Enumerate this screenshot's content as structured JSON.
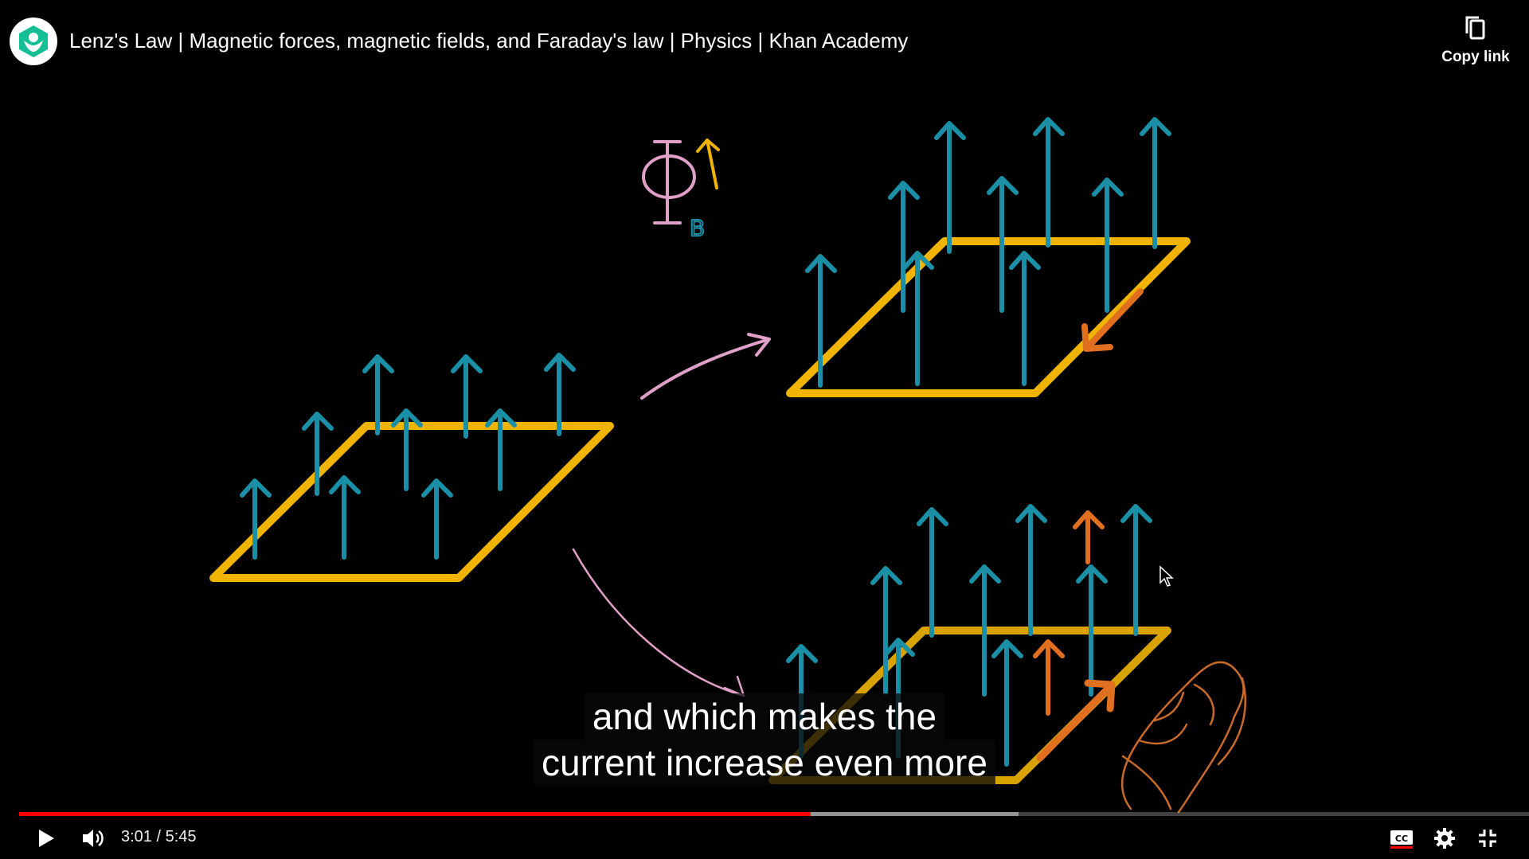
{
  "video": {
    "title": "Lenz's Law | Magnetic forces, magnetic fields, and Faraday's law | Physics | Khan Academy",
    "copy_link_label": "Copy link"
  },
  "captions": {
    "line1": "and which makes the",
    "line2": "current increase even more"
  },
  "player": {
    "current_time": "3:01",
    "separator": "/",
    "duration": "5:45",
    "progress_fraction": 0.524,
    "buffered_fraction": 0.662,
    "accent_color": "#ff0000"
  },
  "drawing": {
    "colors": {
      "field": "#1a8fa6",
      "loop": "#f0b400",
      "pink": "#e0a0c8",
      "orange": "#e07020"
    },
    "flux_symbol": "Φ",
    "flux_subscript": "B"
  },
  "icons": [
    "khan-academy-logo",
    "copy-icon",
    "play-icon",
    "volume-icon",
    "cc-icon",
    "gear-icon",
    "exit-fullscreen-icon",
    "cursor-icon"
  ]
}
